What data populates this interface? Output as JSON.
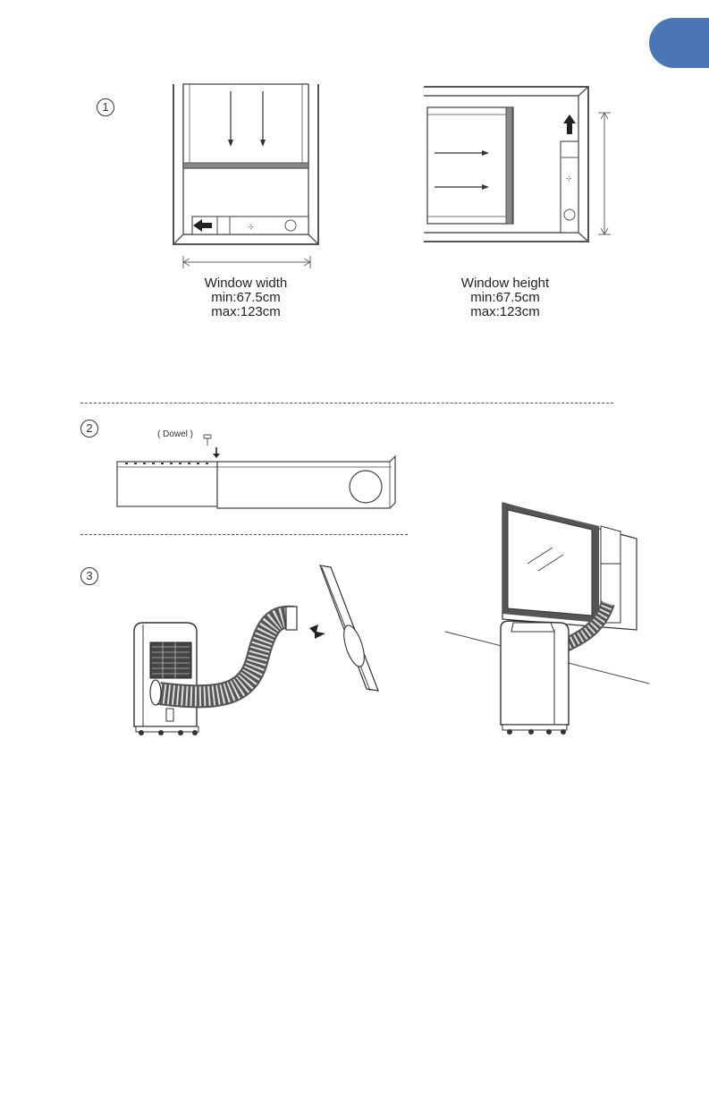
{
  "page": {
    "accent_color": "#4a76b5"
  },
  "steps": [
    {
      "number": "1"
    },
    {
      "number": "2"
    },
    {
      "number": "3"
    }
  ],
  "step1": {
    "width_caption": {
      "label": "Window  width",
      "min": "min:67.5cm",
      "max": "max:123cm"
    },
    "height_caption": {
      "label": "Window  height",
      "min": "min:67.5cm",
      "max": "max:123cm"
    }
  },
  "step2": {
    "dowel_label": "( Dowel )"
  },
  "icons": [
    "arrow-left-icon",
    "arrow-up-icon",
    "arrow-down-icon",
    "arrow-right-icon",
    "screw-icon"
  ]
}
